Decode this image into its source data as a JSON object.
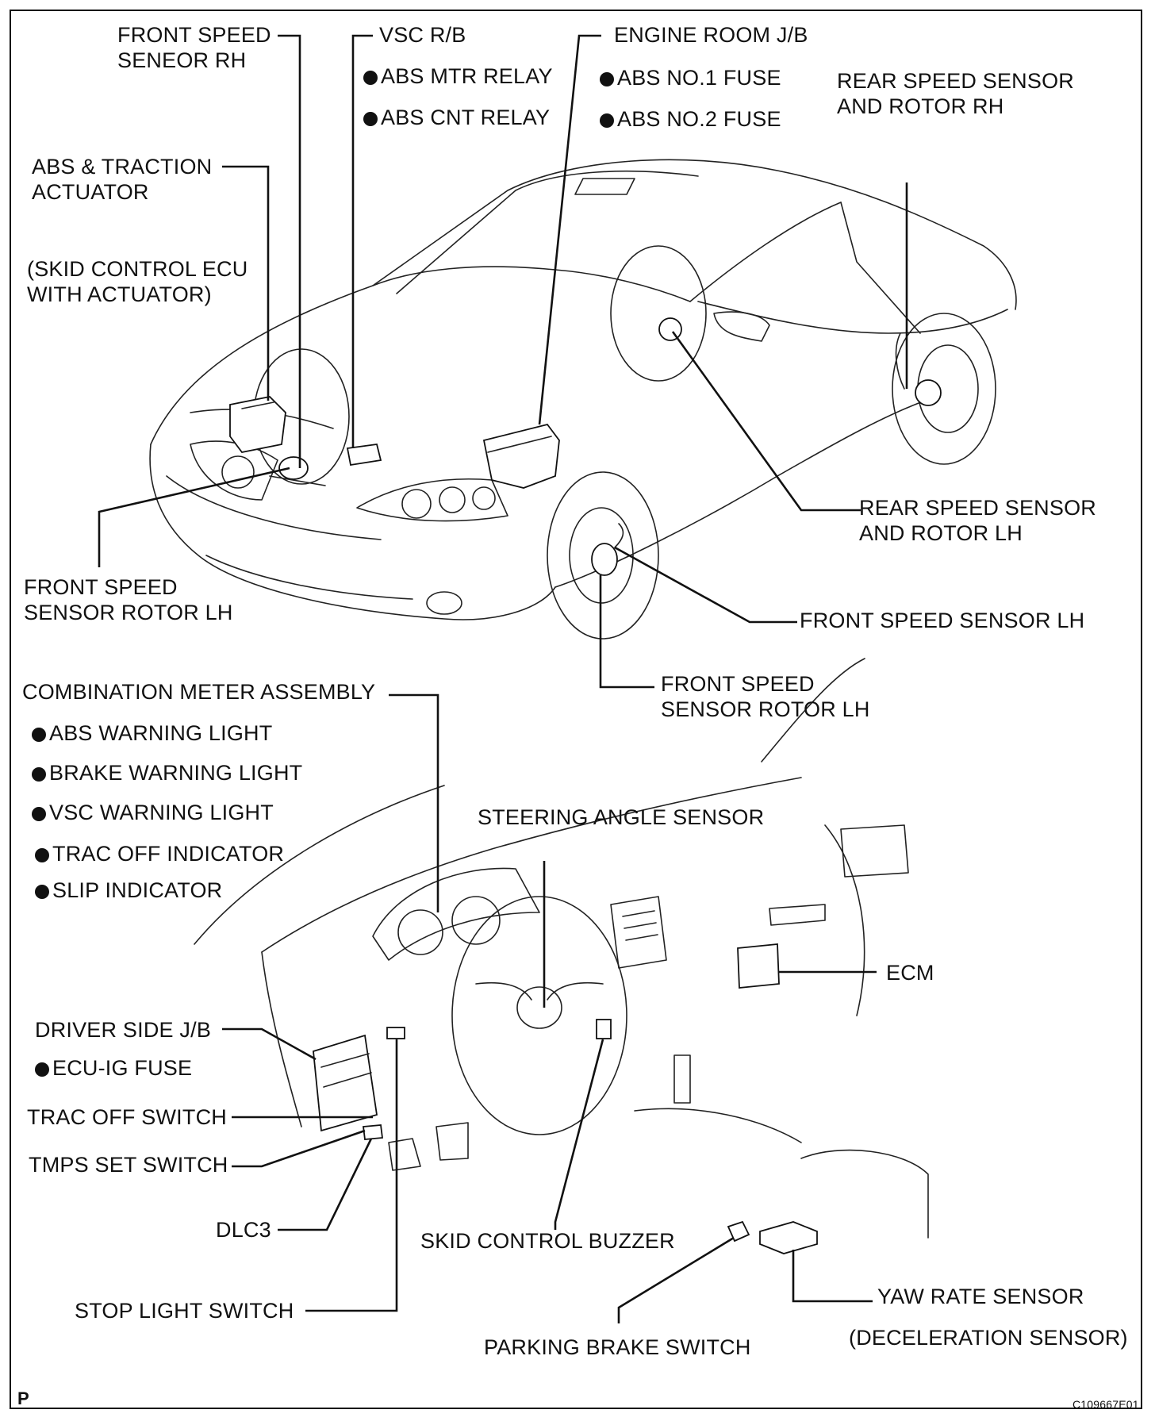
{
  "labels": {
    "front_speed_sensor_rh": [
      "FRONT SPEED",
      "SENEOR RH"
    ],
    "vsc_rb": "VSC R/B",
    "abs_mtr_relay": "ABS MTR RELAY",
    "abs_cnt_relay": "ABS CNT RELAY",
    "engine_room_jb": "ENGINE ROOM J/B",
    "abs_no1_fuse": "ABS NO.1 FUSE",
    "abs_no2_fuse": "ABS NO.2 FUSE",
    "rear_speed_sensor_rh": [
      "REAR SPEED SENSOR",
      "AND ROTOR RH"
    ],
    "abs_traction_actuator": [
      "ABS & TRACTION",
      "ACTUATOR"
    ],
    "skid_control_ecu": [
      "(SKID CONTROL ECU",
      "WITH ACTUATOR)"
    ],
    "rear_speed_sensor_lh": [
      "REAR SPEED SENSOR",
      "AND ROTOR LH"
    ],
    "front_speed_sensor_rotor_lh_left": [
      "FRONT SPEED",
      "SENSOR ROTOR LH"
    ],
    "front_speed_sensor_lh": "FRONT SPEED SENSOR LH",
    "front_speed_sensor_rotor_lh_right": [
      "FRONT SPEED",
      "SENSOR ROTOR LH"
    ],
    "combination_meter": "COMBINATION METER ASSEMBLY",
    "abs_warning_light": "ABS WARNING LIGHT",
    "brake_warning_light": "BRAKE WARNING LIGHT",
    "vsc_warning_light": "VSC WARNING LIGHT",
    "trac_off_indicator": "TRAC OFF INDICATOR",
    "slip_indicator": "SLIP INDICATOR",
    "steering_angle_sensor": "STEERING ANGLE SENSOR",
    "ecm": "ECM",
    "driver_side_jb": "DRIVER SIDE J/B",
    "ecu_ig_fuse": "ECU-IG FUSE",
    "trac_off_switch": "TRAC OFF SWITCH",
    "tmps_set_switch": "TMPS SET SWITCH",
    "dlc3": "DLC3",
    "skid_control_buzzer": "SKID CONTROL BUZZER",
    "stop_light_switch": "STOP LIGHT SWITCH",
    "yaw_rate_sensor": "YAW RATE SENSOR",
    "deceleration_sensor": "(DECELERATION SENSOR)",
    "parking_brake_switch": "PARKING BRAKE SWITCH"
  },
  "footer": {
    "page_marker": "P",
    "figure_code": "C109667E01"
  }
}
